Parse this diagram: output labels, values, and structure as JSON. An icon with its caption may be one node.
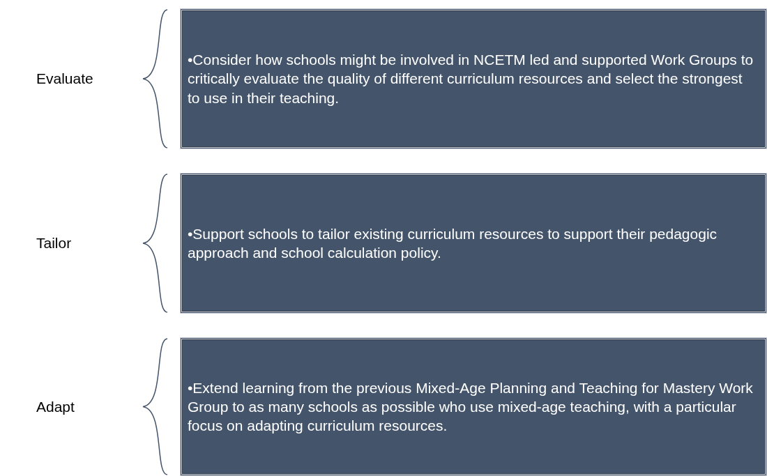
{
  "diagram": {
    "nodes": [
      {
        "text": [
          "•Consider how schools might be involved in NCETM led and supported Work Groups to critically evaluate the quality of different curriculum resources and select the strongest to use in their teaching."
        ]
      },
      {
        "text": [
          "•Support schools to tailor existing curriculum resources to support their pedagogic approach and school calculation policy."
        ]
      },
      {
        "text": [
          "•Extend learning from the previous Mixed-Age Planning and Teaching for Mastery Work Group to as many schools as possible who use mixed-age teaching, with a particular focus on adapting curriculum resources."
        ]
      }
    ],
    "labels": [
      "Evaluate",
      "Tailor",
      "Adapt"
    ]
  }
}
